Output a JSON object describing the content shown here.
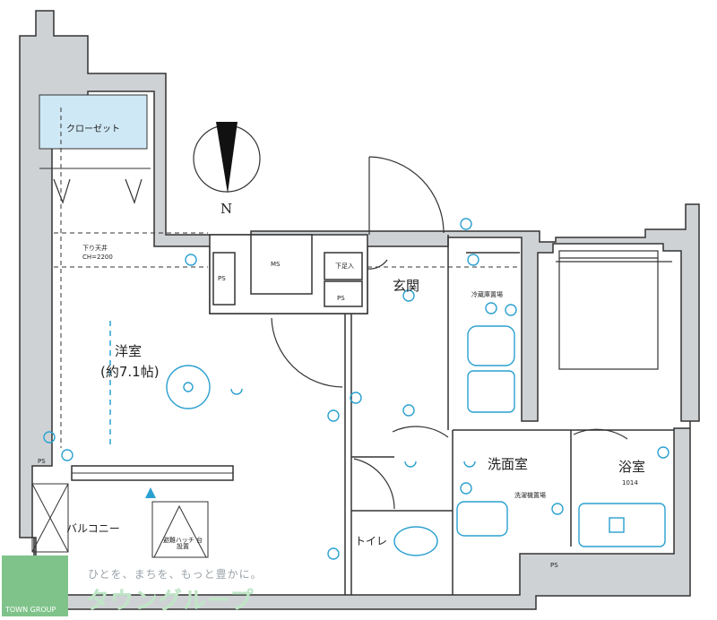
{
  "rooms": {
    "closet": "クローゼット",
    "western_room": "洋室",
    "western_room_size": "(約7.1帖)",
    "entrance": "玄関",
    "washroom": "洗面室",
    "bathroom": "浴室",
    "bathroom_size": "1014",
    "toilet": "トイレ",
    "balcony": "バルコニー",
    "ms": "MS",
    "ps_1": "PS",
    "ps_2": "PS",
    "ps_3": "PS",
    "ps_4": "PS",
    "shoe_box": "下足入",
    "ceiling_note_1": "下り天井",
    "ceiling_note_2": "CH=2200",
    "fridge_space": "冷蔵庫置場",
    "washer_space": "洗濯機置場",
    "hatch": "避難ハッチ 台設置"
  },
  "compass": {
    "north": "N"
  },
  "brand": {
    "tagline": "ひとを、まちを、もっと豊かに。",
    "name": "タウングループ",
    "logo_caption": "TOWN GROUP"
  },
  "colors": {
    "wall": "#cfd2d5",
    "wall_stroke": "#333333",
    "closet_fill": "#cfe8f5",
    "fixture_blue": "#2aa0d0",
    "logo_green": "#7fc38a"
  }
}
